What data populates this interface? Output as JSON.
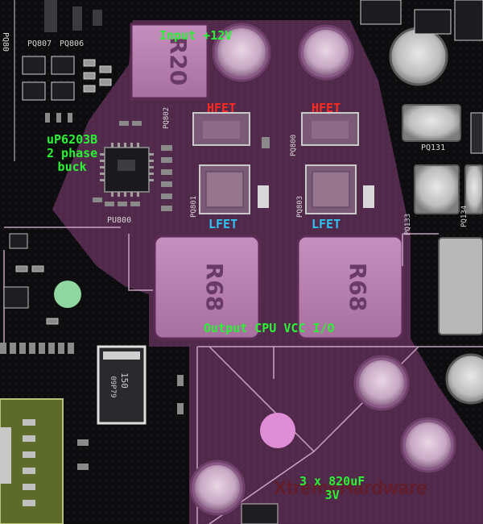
{
  "annotations": {
    "input": "Input +12V",
    "hfet_left": "HFET",
    "hfet_right": "HFET",
    "controller": "uP6203B\n2 phase\nbuck",
    "lfet_left": "LFET",
    "lfet_right": "LFET",
    "output": "Output CPU VCC I/O",
    "caps": "3 x 820uF\n3V"
  },
  "silkscreen": {
    "pq807": "PQ807",
    "pq806": "PQ806",
    "pq802": "PQ802",
    "pq800": "PQ800",
    "pq801": "PQ801",
    "pq803": "PQ803",
    "pq131": "PQ131",
    "pq133": "PQ133",
    "pq134": "PQ134",
    "pu800": "PU800"
  },
  "components": {
    "inductor_input": "R20",
    "inductor_out_left": "R68",
    "inductor_out_right": "R68",
    "diode_top": "150",
    "diode_bottom": "09P79"
  },
  "watermark": "XtremeHardware",
  "colors": {
    "board": "#0d0d0f",
    "highlight": "#b0509e",
    "annotation_green": "#2cf236",
    "annotation_red": "#ff2a20",
    "annotation_cyan": "#2cc4f2"
  }
}
